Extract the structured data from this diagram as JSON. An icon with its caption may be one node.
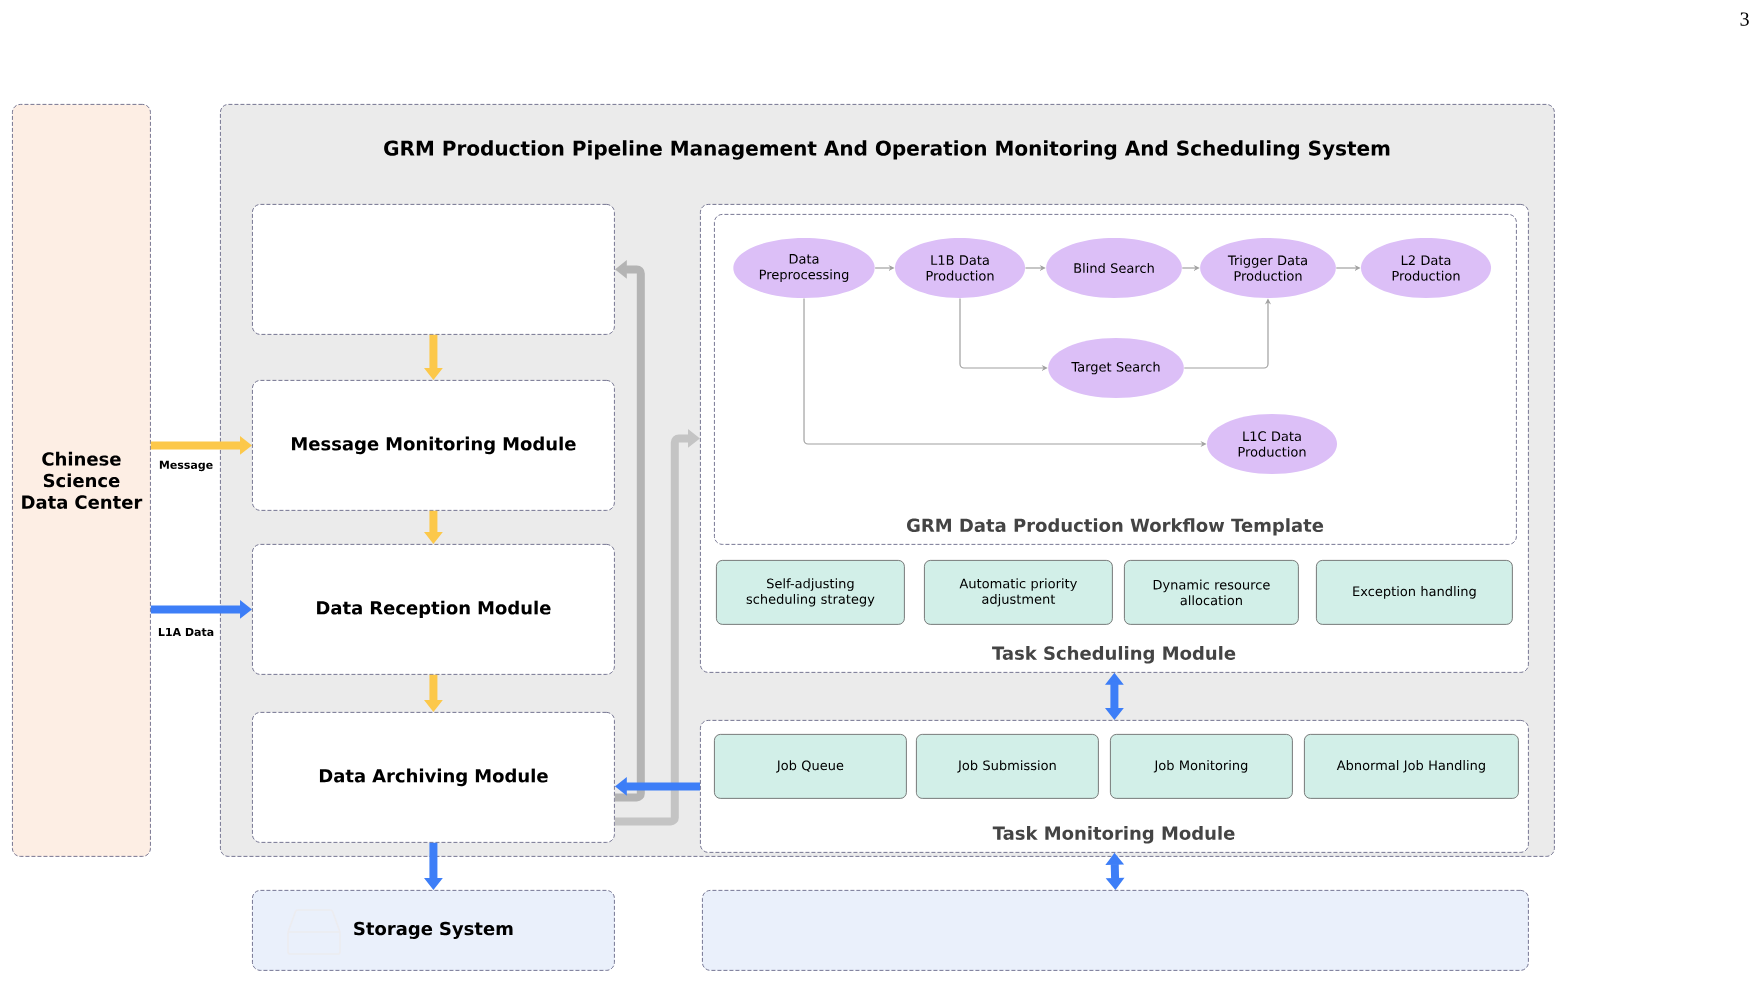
{
  "diagram": {
    "nodes": [
      {
        "text": [
          "Chinese Science Data Center"
        ]
      },
      {
        "text": [
          "GRM Production Pipeline Management And Operation Monitoring And Scheduling System"
        ]
      },
      {
        "text": [],
        "shape": "box",
        "in": 1
      },
      {
        "text": [
          "Message Monitoring Module"
        ],
        "in": 1
      },
      {
        "text": [
          "Data Reception Module"
        ],
        "in": 1
      },
      {
        "text": [
          "Data Archiving Module"
        ],
        "in": 1
      },
      {
        "text": [
          "Task Scheduling Module"
        ],
        "in": 1
      },
      {
        "text": [
          "GRM Data Production Workflow Template"
        ],
        "in": 6
      },
      {
        "text": [
          "Data Preprocessing"
        ],
        "in": 7
      },
      {
        "text": [
          "L1B Data Production"
        ],
        "in": 7
      },
      {
        "text": [
          "Blind Search"
        ],
        "in": 7
      },
      {
        "text": [
          "Trigger Data Production"
        ],
        "in": 7
      },
      {
        "text": [
          "L2 Data Production"
        ],
        "in": 7
      },
      {
        "text": [
          "Target Search"
        ],
        "in": 7
      },
      {
        "text": [
          "L1C Data Production"
        ],
        "in": 7
      },
      {
        "text": [
          "Self-adjusting scheduling strategy"
        ],
        "in": 6
      },
      {
        "text": [
          "Automatic priority adjustment"
        ],
        "in": 6
      },
      {
        "text": [
          "Dynamic resource allocation"
        ],
        "in": 6
      },
      {
        "text": [
          "Exception handling"
        ],
        "in": 6
      },
      {
        "text": [
          "Task Monitoring  Module"
        ],
        "in": 1
      },
      {
        "text": [
          "Job Queue"
        ],
        "in": 19
      },
      {
        "text": [
          "Job Submission"
        ],
        "in": 19
      },
      {
        "text": [
          "Job Monitoring"
        ],
        "in": 19
      },
      {
        "text": [
          "Abnormal Job Handling"
        ],
        "in": 19
      },
      {
        "text": [
          "Storage System"
        ]
      },
      {
        "text": [],
        "shape": "box"
      }
    ],
    "edges": [
      {
        "from": 0,
        "to": 3,
        "arrow": "to",
        "label": "Message",
        "color": "#fcc84a"
      },
      {
        "from": 0,
        "to": 4,
        "arrow": "to",
        "label": "L1A Data",
        "color": "#3d7ef7"
      },
      {
        "from": 2,
        "to": 3,
        "arrow": "to",
        "color": "#fcc84a"
      },
      {
        "from": 3,
        "to": 4,
        "arrow": "to",
        "color": "#fcc84a"
      },
      {
        "from": 4,
        "to": 5,
        "arrow": "to",
        "color": "#fcc84a"
      },
      {
        "from": 5,
        "to": 2,
        "arrow": "to",
        "color": "#b4b4b4"
      },
      {
        "from": 5,
        "to": 6,
        "arrow": "to",
        "color": "#c4c4c4"
      },
      {
        "from": 19,
        "to": 5,
        "arrow": "to",
        "color": "#3d7ef7"
      },
      {
        "from": 6,
        "to": 19,
        "arrow": "both",
        "color": "#3d7ef7"
      },
      {
        "from": 19,
        "to": 25,
        "arrow": "both",
        "color": "#3d7ef7"
      },
      {
        "from": 5,
        "to": 24,
        "arrow": "to",
        "color": "#3d7ef7"
      },
      {
        "from": 8,
        "to": 9,
        "arrow": "to"
      },
      {
        "from": 9,
        "to": 10,
        "arrow": "to"
      },
      {
        "from": 10,
        "to": 11,
        "arrow": "to"
      },
      {
        "from": 11,
        "to": 12,
        "arrow": "to"
      },
      {
        "from": 9,
        "to": 13,
        "arrow": "to"
      },
      {
        "from": 13,
        "to": 11,
        "arrow": "to"
      },
      {
        "from": 8,
        "to": 14,
        "arrow": "to"
      }
    ],
    "labels": [
      "3"
    ]
  }
}
